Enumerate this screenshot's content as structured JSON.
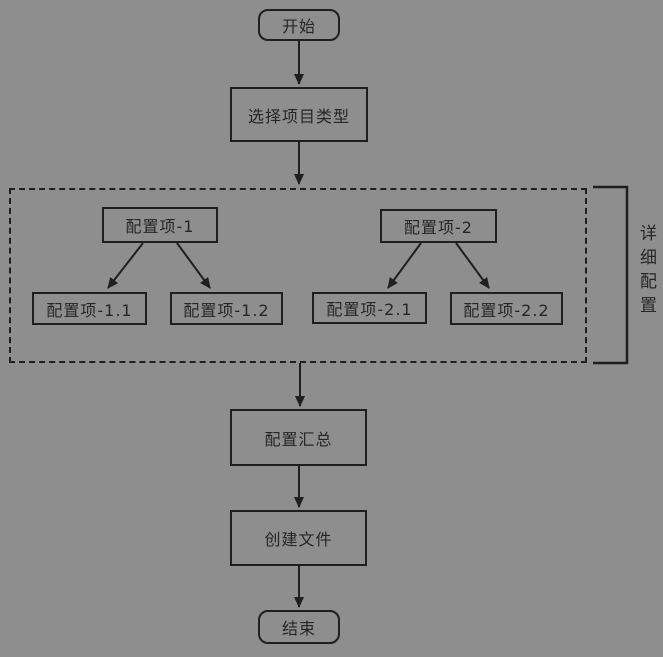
{
  "diagram": {
    "type": "flowchart",
    "background_color": "#8e8e8e",
    "line_color": "#1f1f1f",
    "text_color": "#262626",
    "nodes": {
      "start": "开始",
      "select_type": "选择项目类型",
      "config_1": "配置项-1",
      "config_1_1": "配置项-1.1",
      "config_1_2": "配置项-1.2",
      "config_2": "配置项-2",
      "config_2_1": "配置项-2.1",
      "config_2_2": "配置项-2.2",
      "summary": "配置汇总",
      "create_file": "创建文件",
      "end": "结束"
    },
    "annotation": {
      "label": "详细配置"
    }
  }
}
